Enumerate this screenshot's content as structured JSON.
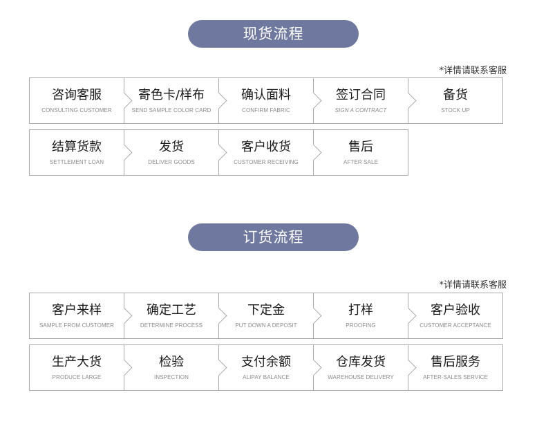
{
  "sections": [
    {
      "title": "现货流程",
      "note": "*详情请联系客服",
      "rows": [
        [
          {
            "cn": "咨询客服",
            "en": "CONSULTING CUSTOMER"
          },
          {
            "cn": "寄色卡/样布",
            "en": "SEND SAMPLE COLOR CARD"
          },
          {
            "cn": "确认面料",
            "en": "CONFIRM FABRIC"
          },
          {
            "cn": "签订合同",
            "en": "SIGN A CONTRACT"
          },
          {
            "cn": "备货",
            "en": "STOCK UP"
          }
        ],
        [
          {
            "cn": "结算货款",
            "en": "SETTLEMENT LOAN"
          },
          {
            "cn": "发货",
            "en": "DELIVER GOODS"
          },
          {
            "cn": "客户收货",
            "en": "CUSTOMER RECEIVING"
          },
          {
            "cn": "售后",
            "en": "AFTER SALE"
          }
        ]
      ]
    },
    {
      "title": "订货流程",
      "note": "*详情请联系客服",
      "rows": [
        [
          {
            "cn": "客户来样",
            "en": "SAMPLE FROM CUSTOMER"
          },
          {
            "cn": "确定工艺",
            "en": "DETERMINE PROCESS"
          },
          {
            "cn": "下定金",
            "en": "PUT DOWN A DEPOSIT"
          },
          {
            "cn": "打样",
            "en": "PROOFING"
          },
          {
            "cn": "客户验收",
            "en": "CUSTOMER ACCEPTANCE"
          }
        ],
        [
          {
            "cn": "生产大货",
            "en": "PRODUCE LARGE"
          },
          {
            "cn": "检验",
            "en": "INSPECTION"
          },
          {
            "cn": "支付余额",
            "en": "ALIPAY BALANCE"
          },
          {
            "cn": "仓库发货",
            "en": "WAREHOUSE DELIVERY"
          },
          {
            "cn": "售后服务",
            "en": "AFTER-SALES SERVICE"
          }
        ]
      ]
    }
  ]
}
